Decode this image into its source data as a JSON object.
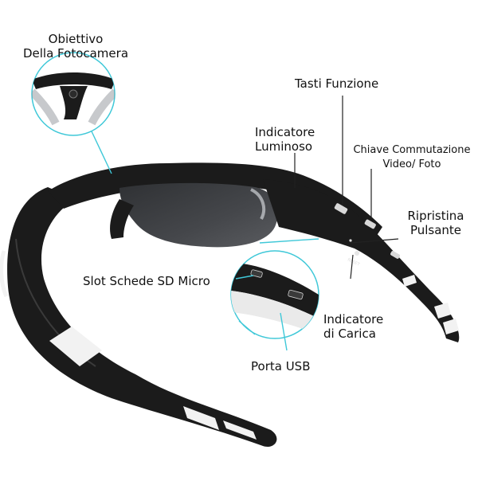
{
  "colors": {
    "callout_line": "#3fc8d8",
    "frame": "#1b1b1b",
    "frame_edge": "#3a3a3a",
    "lens": "#3b3d40",
    "accent_stripe": "#f2f2f2",
    "background": "#ffffff"
  },
  "labels": {
    "camera_lens": [
      "Obiettivo",
      "Della Fotocamera"
    ],
    "function_keys": [
      "Tasti Funzione"
    ],
    "light_indicator": [
      "Indicatore",
      "Luminoso"
    ],
    "switch_key": [
      "Chiave Commutazione",
      "Video/ Foto"
    ],
    "reset_button": [
      "Ripristina",
      "Pulsante"
    ],
    "sd_slot": [
      "Slot Schede SD Micro"
    ],
    "charge_indicator": [
      "Indicatore",
      "di Carica"
    ],
    "usb_port": [
      "Porta USB"
    ]
  },
  "device_marks": {
    "reset_text": "RESET"
  }
}
